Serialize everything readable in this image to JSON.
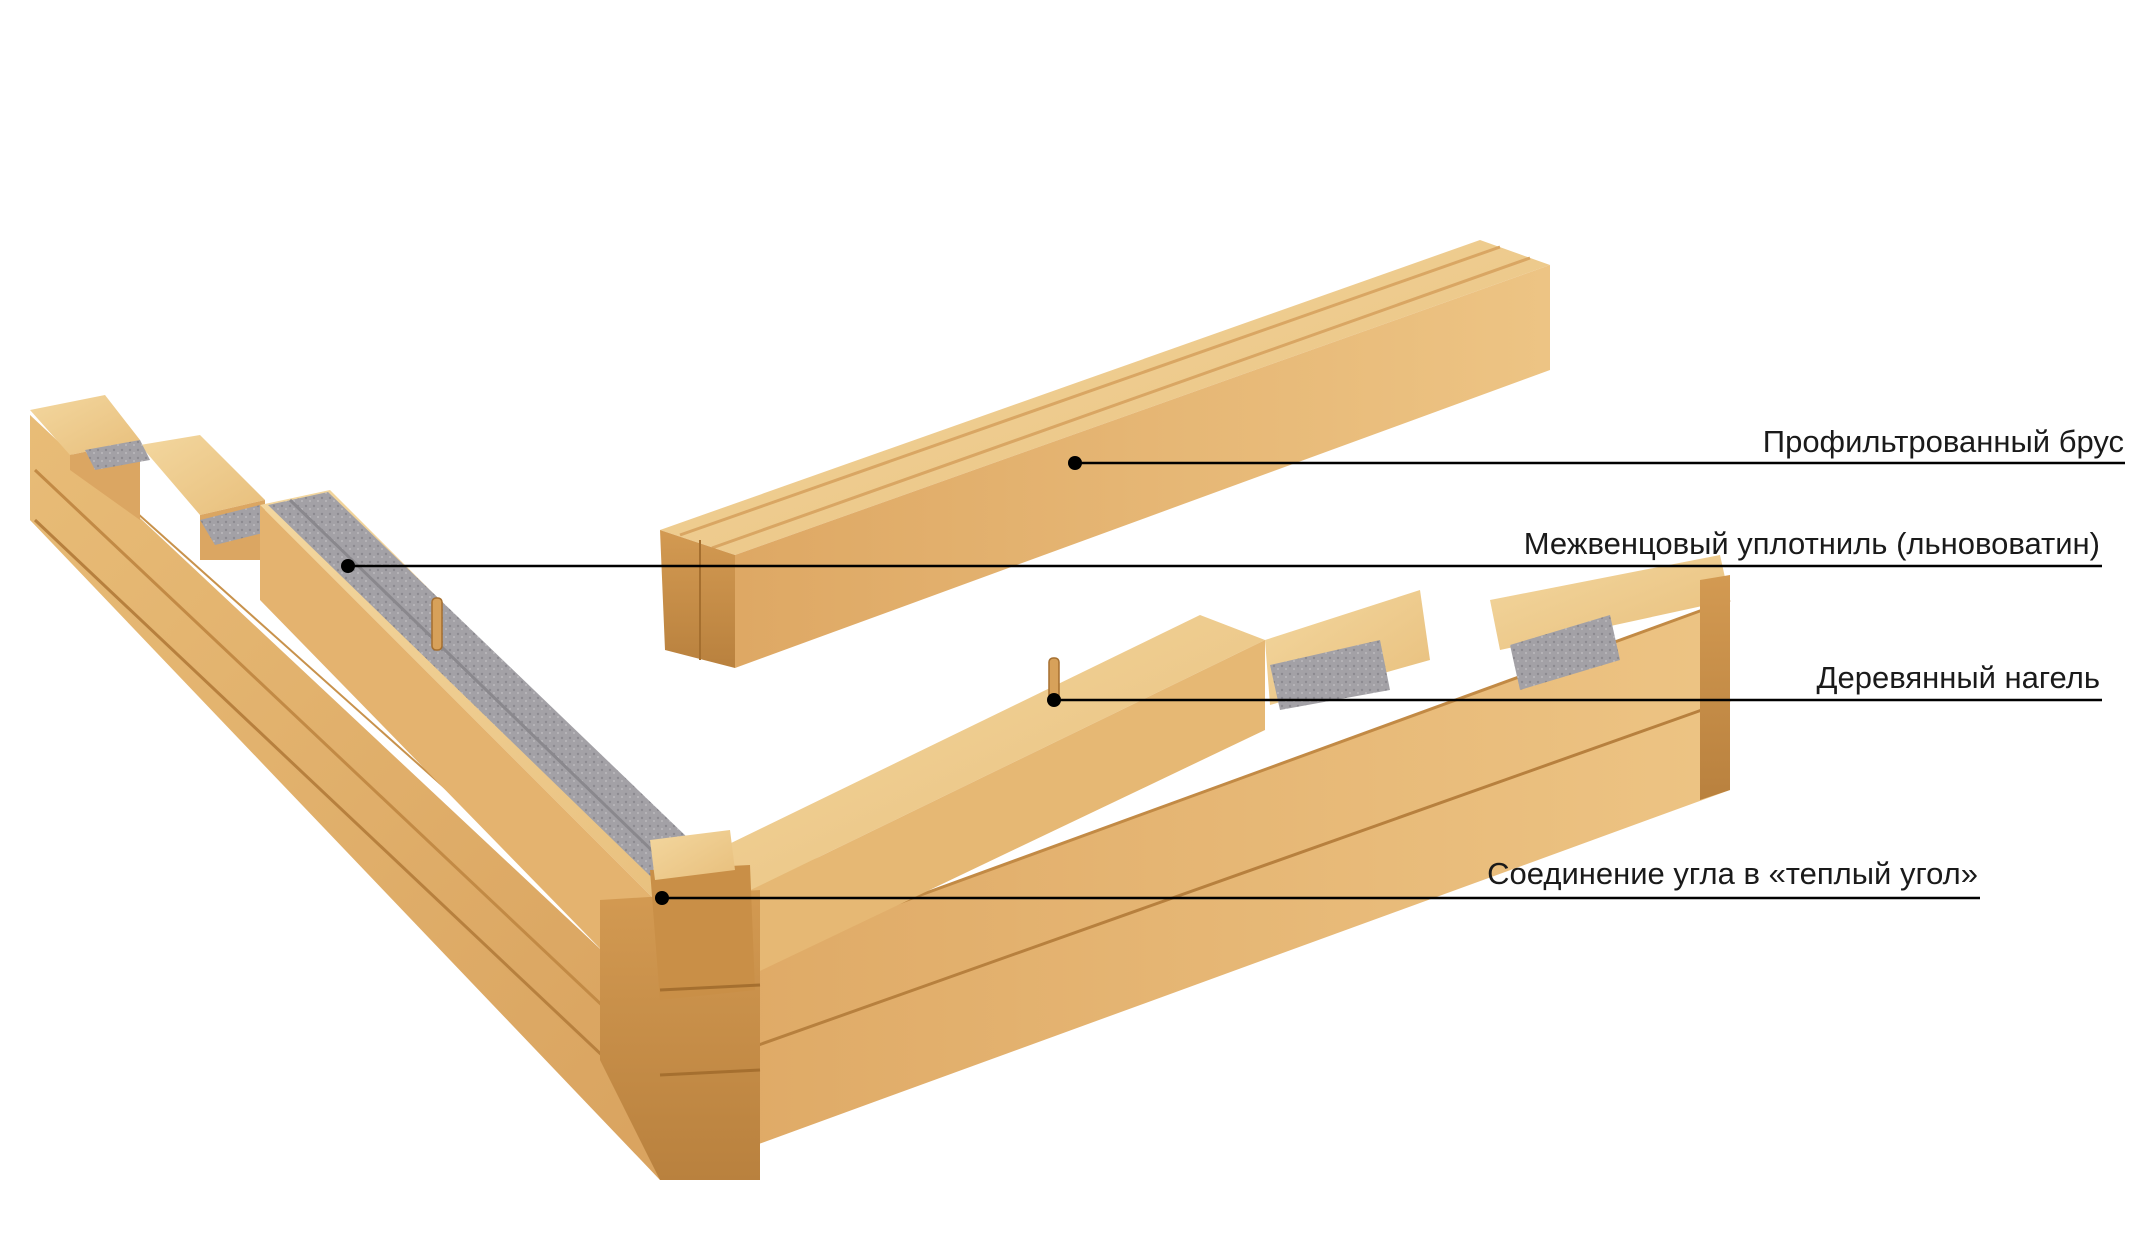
{
  "callouts": [
    {
      "id": "profiled-beam",
      "label": "Профильтрованный брус"
    },
    {
      "id": "insulation",
      "label": "Межвенцовый уплотниль (льнововатин)"
    },
    {
      "id": "dowel",
      "label": "Деревянный нагель"
    },
    {
      "id": "warm-corner",
      "label": "Соединение угла в «теплый угол»"
    }
  ],
  "colors": {
    "wood_top": "#efc98a",
    "wood_face": "#e3b16c",
    "wood_side": "#c98f47",
    "wood_shadow": "#b07a3a",
    "insulation": "#9e9ca0",
    "insulation_dark": "#838186",
    "leader_line": "#000000",
    "text": "#1a1a1a"
  }
}
